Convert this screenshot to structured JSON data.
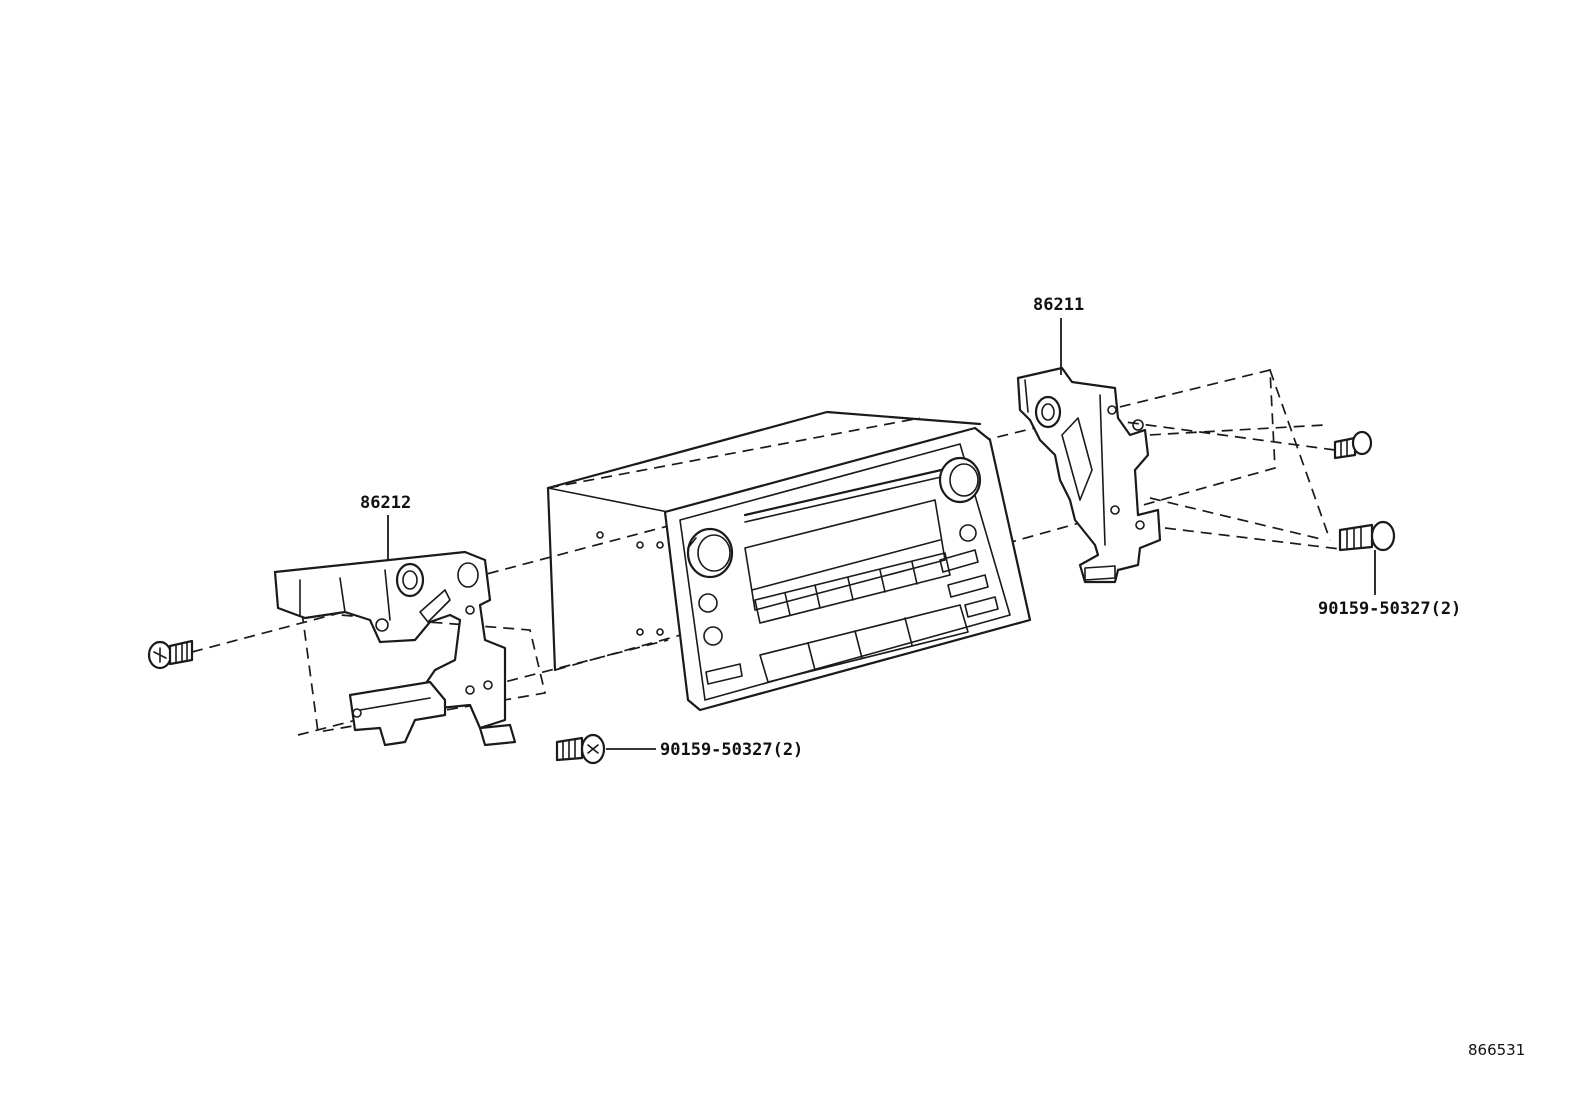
{
  "callouts": {
    "bracket_right": "86211",
    "bracket_left": "86212",
    "bolt_right": "90159-50327(2)",
    "bolt_left": "90159-50327(2)"
  },
  "illustration_code": "866531"
}
